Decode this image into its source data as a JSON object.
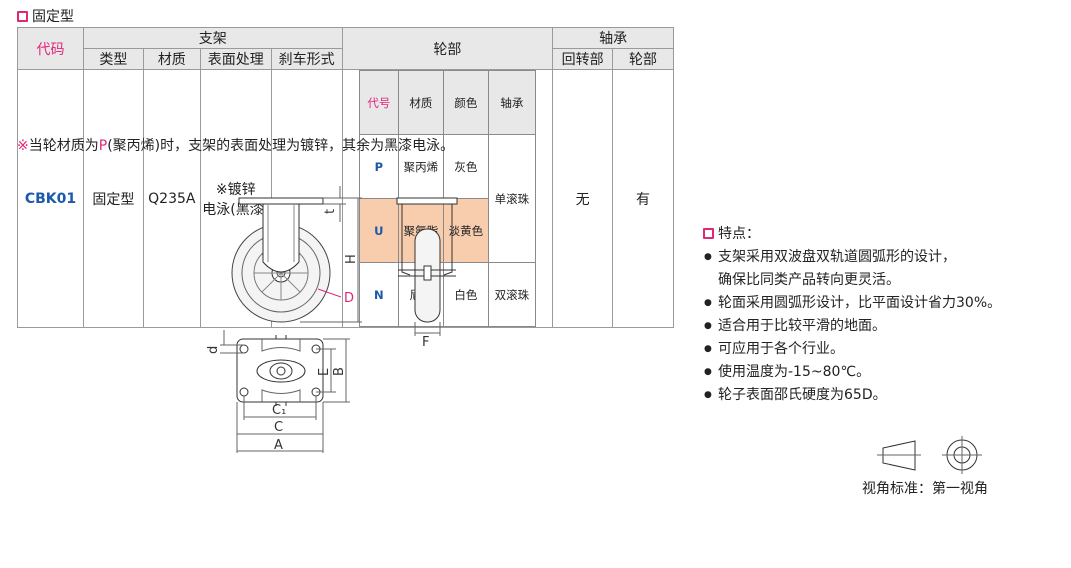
{
  "section_title": "固定型",
  "table": {
    "h_code": "代码",
    "h_bracket": "支架",
    "h_wheel": "轮部",
    "h_bearing": "轴承",
    "h_type": "类型",
    "h_material": "材质",
    "h_surface": "表面处理",
    "h_brake": "刹车形式",
    "h_swivel": "回转部",
    "h_wheelpart": "轮部",
    "row": {
      "code": "CBK01",
      "type": "固定型",
      "material": "Q235A",
      "surface_1": "※镀锌",
      "surface_2": "电泳(黑漆)",
      "brake": "—",
      "swivel": "无",
      "wheelpart": "有"
    },
    "wheel_table": {
      "headers": [
        "代号",
        "材质",
        "颜色",
        "轴承"
      ],
      "rows": [
        {
          "code": "P",
          "material": "聚丙烯",
          "color": "灰色"
        },
        {
          "code": "U",
          "material": "聚氨脂",
          "color": "淡黄色"
        },
        {
          "code": "N",
          "material": "尼龙",
          "color": "白色"
        }
      ],
      "bearing_1": "单滚珠",
      "bearing_2": "双滚珠"
    }
  },
  "note": {
    "mark": "※",
    "prefix": "当轮材质为",
    "material_code": "P",
    "suffix": "(聚丙烯)时，支架的表面处理为镀锌，其余为黑漆电泳。"
  },
  "drawing_labels": {
    "t": "t",
    "H": "H",
    "D": "D",
    "F": "F",
    "d": "d",
    "E": "E",
    "B": "B",
    "C1": "C₁",
    "C": "C",
    "A": "A"
  },
  "features": {
    "title": "特点：",
    "items": [
      "支架采用双波盘双轨道圆弧形的设计，",
      "确保比同类产品转向更灵活。",
      "轮面采用圆弧形设计，比平面设计省力30%。",
      "适合用于比较平滑的地面。",
      "可应用于各个行业。",
      "使用温度为-15~80℃。",
      "轮子表面邵氏硬度为65D。"
    ]
  },
  "view_angle_label": "视角标准：第一视角",
  "colors": {
    "accent": "#e0287a",
    "code_blue": "#1a5aa8",
    "header_gray": "#e8e8e8",
    "highlight": "#f7cdae"
  }
}
